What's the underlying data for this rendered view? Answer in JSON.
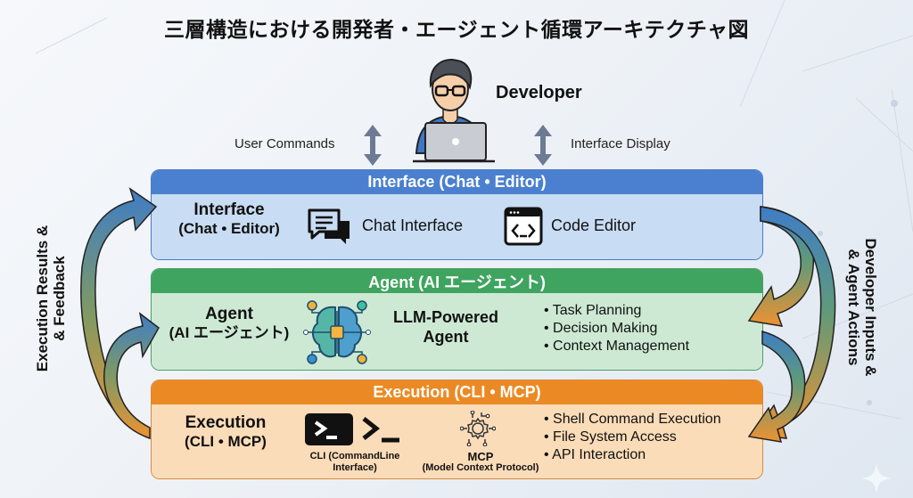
{
  "title": "三層構造における開発者・エージェント循環アーキテクチャ図",
  "developer": {
    "label": "Developer",
    "left_flow_label": "User Commands",
    "right_flow_label": "Interface Display"
  },
  "layers": {
    "interface": {
      "header": "Interface (Chat • Editor)",
      "name_line1": "Interface",
      "name_line2": "(Chat • Editor)",
      "items": [
        {
          "icon": "chat-bubbles-icon",
          "label": "Chat Interface"
        },
        {
          "icon": "code-editor-icon",
          "label": "Code Editor"
        }
      ],
      "color": "#4a80cf"
    },
    "agent": {
      "header": "Agent (AI エージェント)",
      "name_line1": "Agent",
      "name_line2": "(AI エージェント)",
      "center_line1": "LLM-Powered",
      "center_line2": "Agent",
      "bullets": [
        "Task Planning",
        "Decision Making",
        "Context Management"
      ],
      "color": "#3fa45f"
    },
    "execution": {
      "header": "Execution (CLI • MCP)",
      "name_line1": "Execution",
      "name_line2": "(CLI • MCP)",
      "cli_caption_line1": "CLI (CommandLine",
      "cli_caption_line2": "Interface)",
      "mcp_caption_line1": "MCP",
      "mcp_caption_line2": "(Model Context Protocol)",
      "bullets": [
        "Shell Command Execution",
        "File System Access",
        "API Interaction"
      ],
      "color": "#eb8a24"
    }
  },
  "side_labels": {
    "left_line1": "Execution Results &",
    "left_line2": "& Feedback",
    "right_line1": "Developer Inputs &",
    "right_line2": "& Agent Actions"
  }
}
